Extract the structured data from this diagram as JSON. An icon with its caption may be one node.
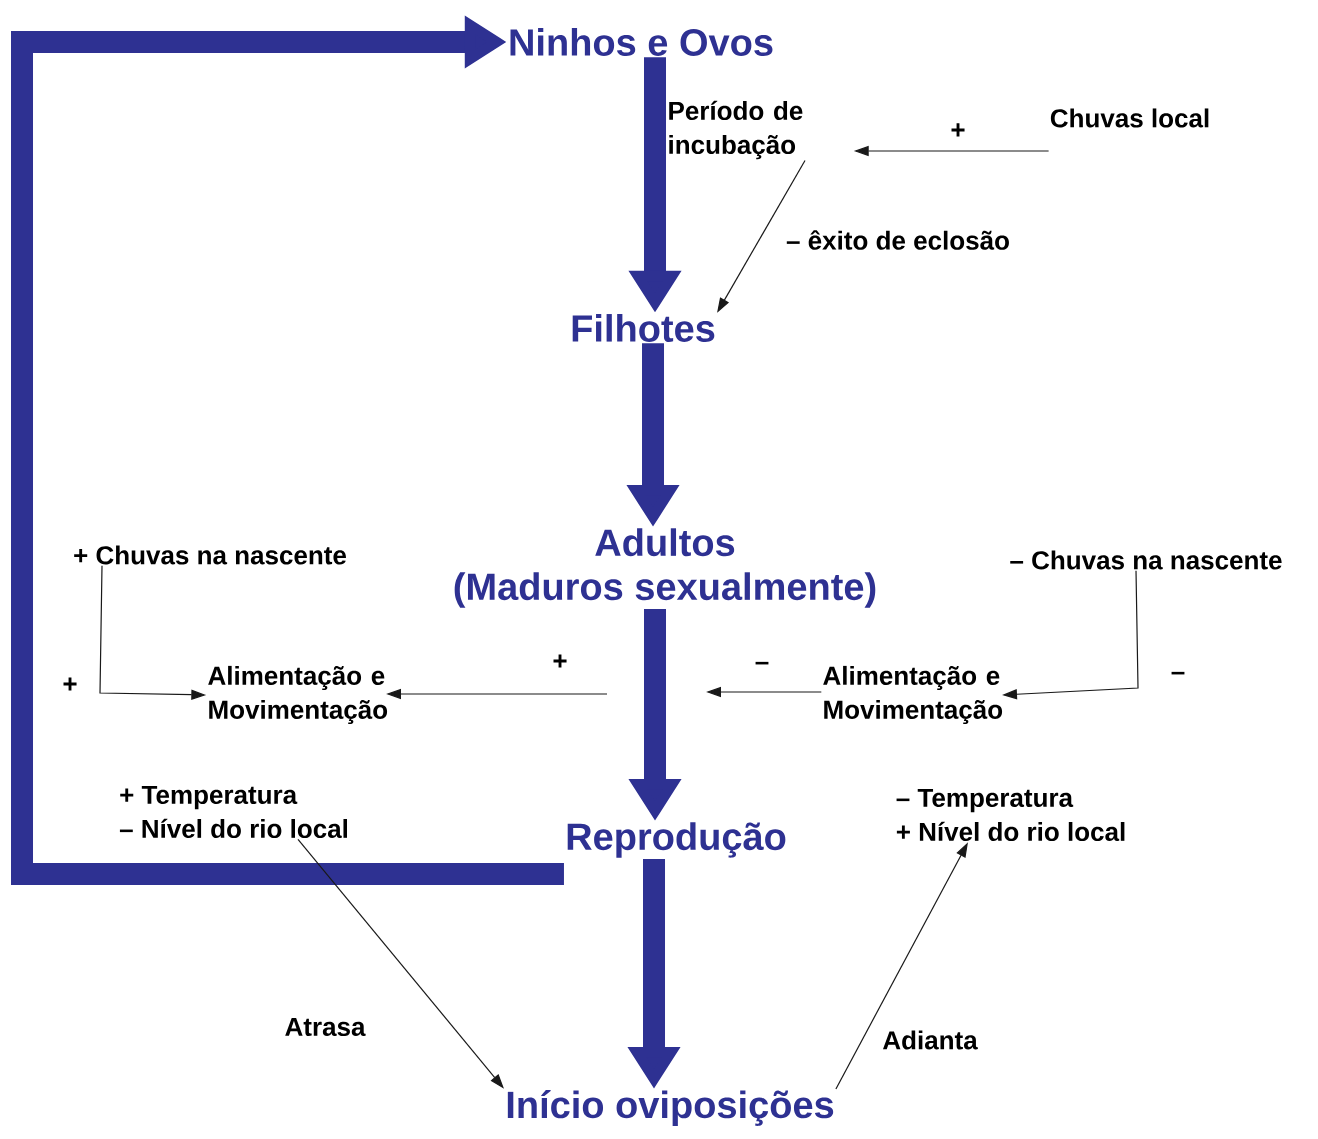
{
  "diagram": {
    "nodes": [
      {
        "text": [
          "Ninhos e Ovos"
        ]
      },
      {
        "text": [
          "Período de incubação"
        ]
      },
      {
        "text": [
          "Chuvas local"
        ]
      },
      {
        "text": [
          "Filhotes"
        ]
      },
      {
        "text": [
          "Adultos (Maduros sexualmente)"
        ]
      },
      {
        "text": [
          "+ Chuvas na nascente"
        ]
      },
      {
        "text": [
          "– Chuvas na nascente"
        ]
      },
      {
        "text": [
          "Alimentação e Movimentação"
        ]
      },
      {
        "text": [
          "Alimentação e Movimentação"
        ]
      },
      {
        "text": [
          "+ Temperatura",
          "– Nível do rio local"
        ]
      },
      {
        "text": [
          "– Temperatura",
          "+ Nível do rio local"
        ]
      },
      {
        "text": [
          "Reprodução"
        ]
      },
      {
        "text": [
          "Início oviposições"
        ]
      }
    ],
    "edges": [
      {
        "from": 0,
        "to": 3,
        "arrow": "to",
        "style": "thick",
        "color": "#2e3192"
      },
      {
        "from": 2,
        "to": 1,
        "arrow": "to",
        "label": "+"
      },
      {
        "from": 1,
        "to": 3,
        "arrow": "to",
        "label": "– êxito de eclosão"
      },
      {
        "from": 3,
        "to": 4,
        "arrow": "to",
        "style": "thick",
        "color": "#2e3192"
      },
      {
        "from": 4,
        "to": 11,
        "arrow": "to",
        "style": "thick",
        "color": "#2e3192"
      },
      {
        "from": 5,
        "to": 7,
        "arrow": "to",
        "label": "+"
      },
      {
        "from": 6,
        "to": 8,
        "arrow": "to",
        "label": "–"
      },
      {
        "from": null,
        "to": 7,
        "arrow": "to",
        "label": "+"
      },
      {
        "from": 8,
        "to": null,
        "arrow": "to",
        "label": "–"
      },
      {
        "from": 11,
        "to": 0,
        "arrow": "to",
        "style": "thick",
        "color": "#2e3192"
      },
      {
        "from": 11,
        "to": 12,
        "arrow": "to",
        "style": "thick",
        "color": "#2e3192"
      },
      {
        "from": 9,
        "to": 12,
        "arrow": "to",
        "label": "Atrasa"
      },
      {
        "from": 12,
        "to": 10,
        "arrow": "to",
        "label": "Adianta"
      }
    ]
  }
}
